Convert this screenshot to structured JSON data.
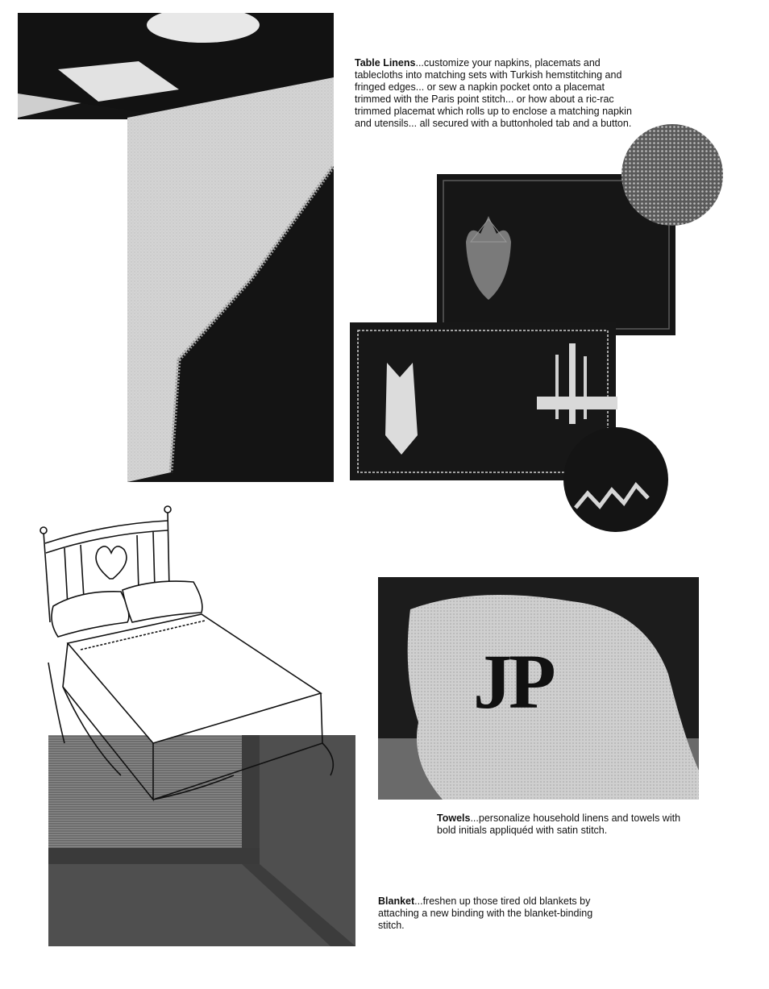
{
  "captions": {
    "table_linens": {
      "lead": "Table Linens",
      "body": "...customize your napkins, placemats and tablecloths into matching sets with Turkish hemstitching and fringed edges... or sew a napkin pocket onto a placemat trimmed with the Paris point stitch... or how about a ric-rac trimmed placemat which rolls up to enclose a matching napkin and utensils... all secured with a buttonholed tab and a button."
    },
    "towels": {
      "lead": "Towels",
      "body": "...personalize household linens and towels with bold initials appliquéd with satin stitch."
    },
    "blanket": {
      "lead": "Blanket",
      "body": "...freshen up those tired old blankets by attaching a new binding with the blanket-binding stitch."
    }
  },
  "towel_monogram": "JP",
  "colors": {
    "dark": "#151515",
    "linen": "#d9d9d9",
    "gray_photo": "#8a8a8a"
  }
}
